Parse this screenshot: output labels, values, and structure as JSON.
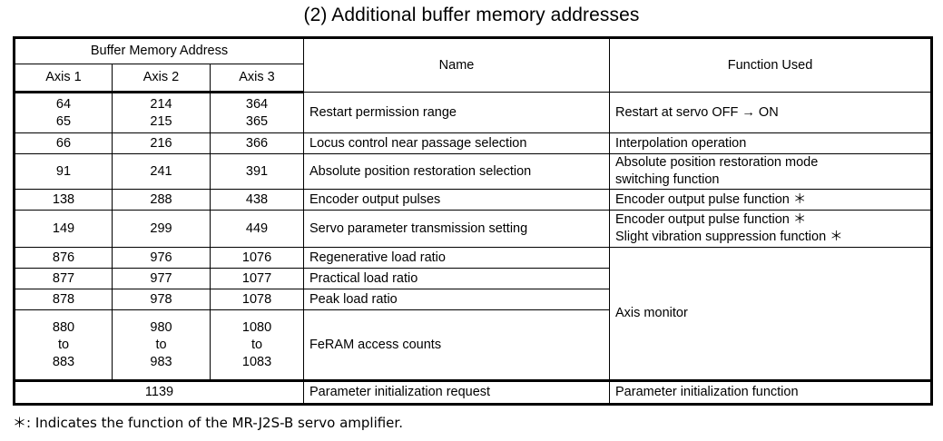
{
  "title": "(2) Additional buffer memory addresses",
  "table": {
    "group_header": "Buffer Memory Address",
    "columns": {
      "axis1": "Axis 1",
      "axis2": "Axis 2",
      "axis3": "Axis 3",
      "name": "Name",
      "function": "Function Used"
    },
    "rows": [
      {
        "axis1": "64\n65",
        "axis2": "214\n215",
        "axis3": "364\n365",
        "name": "Restart permission range",
        "function": "Restart at servo OFF → ON"
      },
      {
        "axis1": "66",
        "axis2": "216",
        "axis3": "366",
        "name": "Locus control near passage selection",
        "function": "Interpolation operation"
      },
      {
        "axis1": "91",
        "axis2": "241",
        "axis3": "391",
        "name": "Absolute position restoration selection",
        "function": "Absolute position restoration mode\nswitching function"
      },
      {
        "axis1": "138",
        "axis2": "288",
        "axis3": "438",
        "name": "Encoder output pulses",
        "function": "Encoder output pulse function ＊"
      },
      {
        "axis1": "149",
        "axis2": "299",
        "axis3": "449",
        "name": "Servo parameter transmission setting",
        "function": "Encoder output pulse function ＊\nSlight vibration suppression function ＊"
      },
      {
        "axis1": "876",
        "axis2": "976",
        "axis3": "1076",
        "name": "Regenerative load ratio",
        "function": ""
      },
      {
        "axis1": "877",
        "axis2": "977",
        "axis3": "1077",
        "name": "Practical load ratio",
        "function": ""
      },
      {
        "axis1": "878",
        "axis2": "978",
        "axis3": "1078",
        "name": "Peak load ratio",
        "function": ""
      },
      {
        "axis1": "880\nto\n883",
        "axis2": "980\nto\n983",
        "axis3": "1080\nto\n1083",
        "name": "FeRAM access counts",
        "function": ""
      }
    ],
    "axis_monitor_label": "Axis monitor",
    "last_row": {
      "address": "1139",
      "name": "Parameter initialization request",
      "function": "Parameter initialization function"
    }
  },
  "footnote": "＊: Indicates the function of the MR-J2S-B servo amplifier.",
  "colors": {
    "text": "#000000",
    "background": "#ffffff",
    "border": "#000000"
  }
}
